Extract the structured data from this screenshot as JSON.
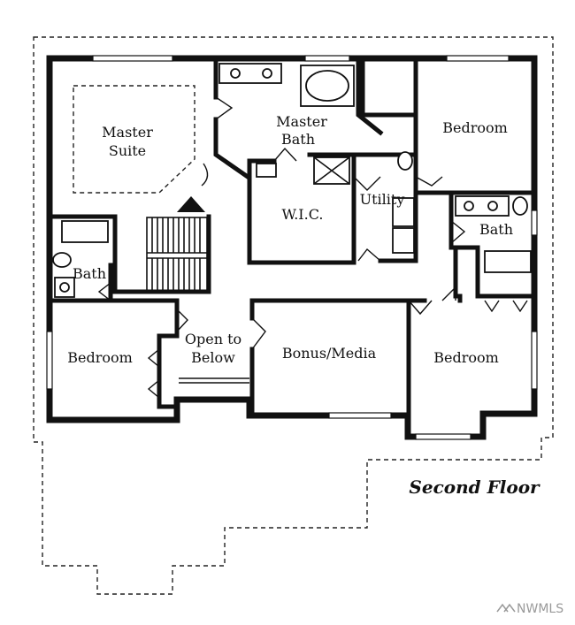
{
  "rooms": {
    "master_suite": [
      "Master",
      "Suite"
    ],
    "master_bath": [
      "Master",
      "Bath"
    ],
    "bedroom_ne": "Bedroom",
    "wic": "W.I.C.",
    "utility": "Utility",
    "bath_east": "Bath",
    "bath_west": "Bath",
    "bedroom_west": "Bedroom",
    "open_to_below": [
      "Open to",
      "Below"
    ],
    "bonus_media": "Bonus/Media",
    "bedroom_se": "Bedroom"
  },
  "floor_title": "Second Floor",
  "watermark": "NWMLS"
}
